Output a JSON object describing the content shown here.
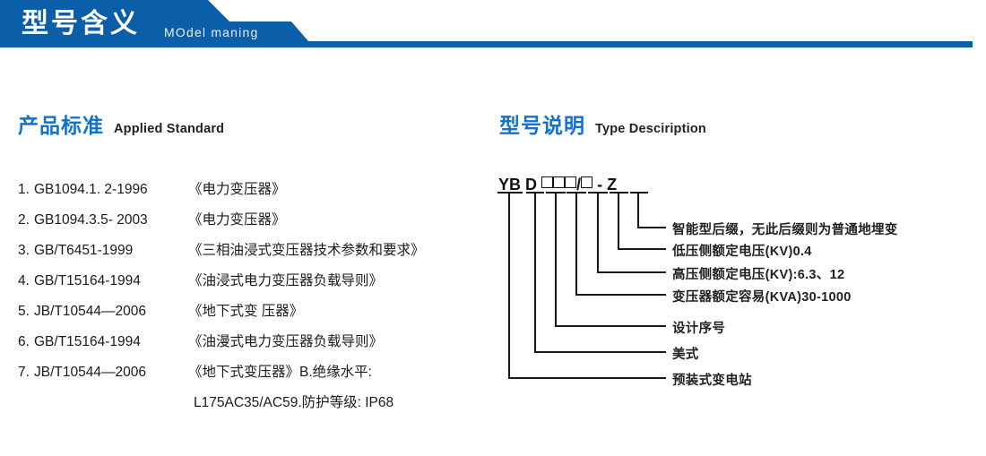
{
  "header": {
    "title_cn": "型号含义",
    "title_en": "MOdel maning",
    "bar_color": "#0a5fa8",
    "bar_color_light": "#1b6fb5"
  },
  "sections": {
    "standard": {
      "title_cn": "产品标准",
      "title_en": "Applied Standard"
    },
    "type": {
      "title_cn": "型号说明",
      "title_en": "Type Desciription"
    }
  },
  "standards": [
    {
      "index": "1.",
      "code": "GB1094.1. 2-1996",
      "name": "《电力变压器》"
    },
    {
      "index": "2.",
      "code": "GB1094.3.5- 2003",
      "name": "《电力变压器》"
    },
    {
      "index": "3.",
      "code": "GB/T6451-1999",
      "name": "《三相油浸式变压器技术参数和要求》"
    },
    {
      "index": "4.",
      "code": "GB/T15164-1994",
      "name": "《油浸式电力变压器负载导则》"
    },
    {
      "index": "5.",
      "code": "JB/T10544—2006",
      "name": "《地下式变 压器》"
    },
    {
      "index": "6.",
      "code": "GB/T15164-1994",
      "name": "《油漫式电力变压器负载导则》"
    },
    {
      "index": "7.",
      "code": "JB/T10544—2006",
      "name": "《地下式变压器》B.绝缘水平:"
    }
  ],
  "standards_continuation": "L175AC35/AC59.防护等级: IP68",
  "type_code": {
    "segments": [
      {
        "text": "YB",
        "kind": "text"
      },
      {
        "text": "D",
        "kind": "text"
      },
      {
        "text": "",
        "kind": "box"
      },
      {
        "text": "",
        "kind": "box"
      },
      {
        "text": "",
        "kind": "box"
      },
      {
        "text": "/",
        "kind": "slash"
      },
      {
        "text": "",
        "kind": "box"
      },
      {
        "text": "-",
        "kind": "dash"
      },
      {
        "text": "Z",
        "kind": "text"
      }
    ],
    "full_text": "YB D □□□/□ - Z"
  },
  "descriptions": [
    {
      "label": "智能型后缀，无此后缀则为普通地埋变"
    },
    {
      "label": "低压侧额定电压(KV)0.4"
    },
    {
      "label": "高压侧额定电压(KV):6.3、12"
    },
    {
      "label": "变压器额定容易(KVA)30-1000"
    },
    {
      "label": "设计序号"
    },
    {
      "label": "美式"
    },
    {
      "label": "预装式变电站"
    }
  ]
}
